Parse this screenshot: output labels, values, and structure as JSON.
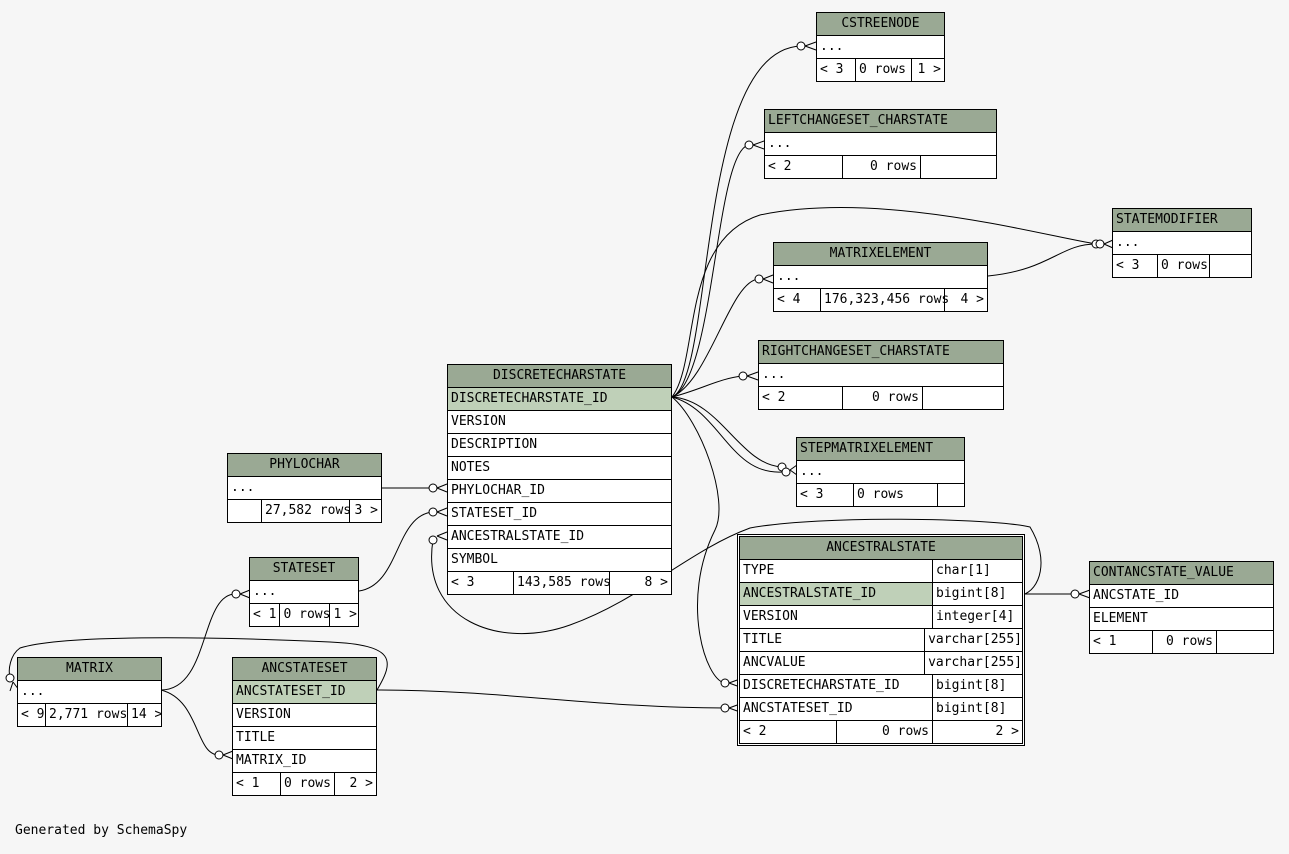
{
  "footer": "Generated by SchemaSpy",
  "tables": {
    "cstreenode": {
      "name": "CSTREENODE",
      "rows": [
        "..."
      ],
      "foot": [
        "< 3",
        "0 rows",
        "1 >"
      ]
    },
    "leftchangeset": {
      "name": "LEFTCHANGESET_CHARSTATE",
      "rows": [
        "..."
      ],
      "foot": [
        "< 2",
        "0 rows",
        ""
      ]
    },
    "statemodifier": {
      "name": "STATEMODIFIER",
      "rows": [
        "..."
      ],
      "foot": [
        "< 3",
        "0 rows",
        ""
      ]
    },
    "matrixelement": {
      "name": "MATRIXELEMENT",
      "rows": [
        "..."
      ],
      "foot": [
        "< 4",
        "176,323,456 rows",
        "4 >"
      ]
    },
    "rightchangeset": {
      "name": "RIGHTCHANGESET_CHARSTATE",
      "rows": [
        "..."
      ],
      "foot": [
        "< 2",
        "0 rows",
        ""
      ]
    },
    "stepmatrixelement": {
      "name": "STEPMATRIXELEMENT",
      "rows": [
        "..."
      ],
      "foot": [
        "< 3",
        "0 rows",
        ""
      ]
    },
    "discretecharstate": {
      "name": "DISCRETECHARSTATE",
      "rows": [
        "DISCRETECHARSTATE_ID",
        "VERSION",
        "DESCRIPTION",
        "NOTES",
        "PHYLOCHAR_ID",
        "STATESET_ID",
        "ANCESTRALSTATE_ID",
        "SYMBOL"
      ],
      "foot": [
        "< 3",
        "143,585 rows",
        "8 >"
      ]
    },
    "phylochar": {
      "name": "PHYLOCHAR",
      "rows": [
        "..."
      ],
      "foot": [
        "",
        "27,582 rows",
        "3 >"
      ]
    },
    "stateset": {
      "name": "STATESET",
      "rows": [
        "..."
      ],
      "foot": [
        "< 1",
        "0 rows",
        "1 >"
      ]
    },
    "matrix": {
      "name": "MATRIX",
      "rows": [
        "..."
      ],
      "foot": [
        "< 9",
        "2,771 rows",
        "14 >"
      ]
    },
    "ancstateset": {
      "name": "ANCSTATESET",
      "rows": [
        "ANCSTATESET_ID",
        "VERSION",
        "TITLE",
        "MATRIX_ID"
      ],
      "foot": [
        "< 1",
        "0 rows",
        "2 >"
      ]
    },
    "ancestralstate": {
      "name": "ANCESTRALSTATE",
      "columns": [
        {
          "name": "TYPE",
          "type": "char[1]"
        },
        {
          "name": "ANCESTRALSTATE_ID",
          "type": "bigint[8]"
        },
        {
          "name": "VERSION",
          "type": "integer[4]"
        },
        {
          "name": "TITLE",
          "type": "varchar[255]"
        },
        {
          "name": "ANCVALUE",
          "type": "varchar[255]"
        },
        {
          "name": "DISCRETECHARSTATE_ID",
          "type": "bigint[8]"
        },
        {
          "name": "ANCSTATESET_ID",
          "type": "bigint[8]"
        }
      ],
      "foot": [
        "< 2",
        "0 rows",
        "2 >"
      ]
    },
    "contancstate": {
      "name": "CONTANCSTATE_VALUE",
      "rows": [
        "ANCSTATE_ID",
        "ELEMENT"
      ],
      "foot": [
        "< 1",
        "0 rows",
        ""
      ]
    }
  }
}
